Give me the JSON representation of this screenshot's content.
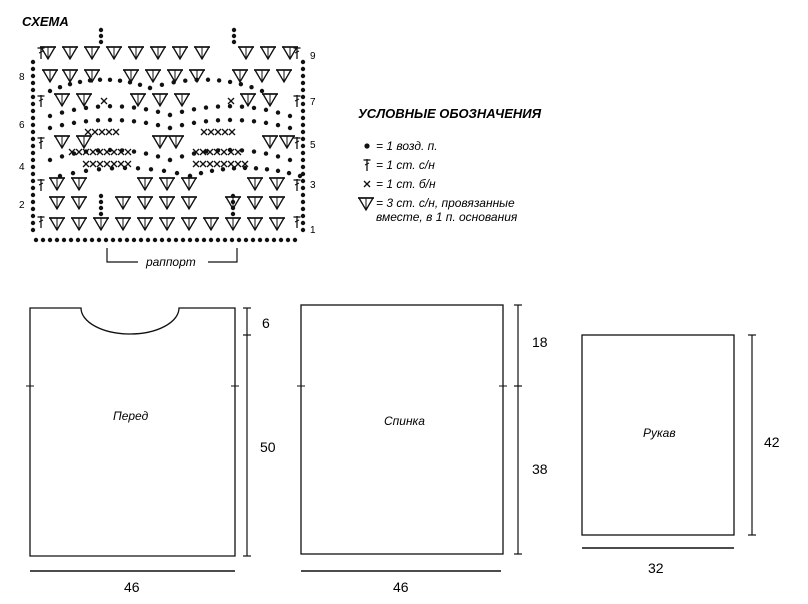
{
  "schema": {
    "title": "СХЕМА",
    "rows_left": [
      "8",
      "6",
      "4",
      "2"
    ],
    "rows_right": [
      "9",
      "7",
      "5",
      "3",
      "1"
    ],
    "rapport_label": "раппорт"
  },
  "legend": {
    "title": "УСЛОВНЫЕ ОБОЗНАЧЕНИЯ",
    "items": [
      {
        "icon": "chain-dot-icon",
        "text": "= 1 возд. п."
      },
      {
        "icon": "double-crochet-icon",
        "text": "= 1 ст. с/н"
      },
      {
        "icon": "single-crochet-icon",
        "text": "= 1 ст. б/н"
      },
      {
        "icon": "shell-3dc-icon",
        "text": "= 3 ст. с/н, провязанные",
        "text2": "вместе, в 1 п. основания"
      }
    ]
  },
  "pattern": {
    "front": {
      "label": "Перед",
      "height_top": "6",
      "height_main": "50",
      "width": "46"
    },
    "back": {
      "label": "Спинка",
      "height_top": "18",
      "height_main": "38",
      "width": "46"
    },
    "sleeve": {
      "label": "Рукав",
      "height": "42",
      "width": "32"
    }
  }
}
